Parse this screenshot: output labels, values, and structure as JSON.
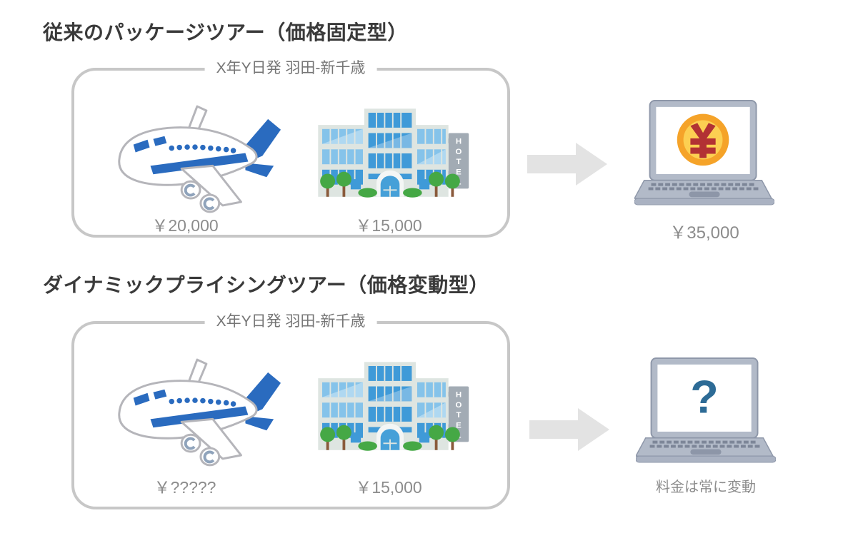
{
  "sections": [
    {
      "title": "従来のパッケージツアー（価格固定型）",
      "box_label": "X年Y日発 羽田-新千歳",
      "items": [
        {
          "name": "flight",
          "icon": "airplane-icon",
          "price": "￥20,000"
        },
        {
          "name": "hotel",
          "icon": "hotel-icon",
          "price": "￥15,000"
        }
      ],
      "result": {
        "screen_icon": "yen-coin-icon",
        "price": "￥35,000",
        "caption": ""
      }
    },
    {
      "title": "ダイナミックプライシングツアー（価格変動型）",
      "box_label": "X年Y日発 羽田-新千歳",
      "items": [
        {
          "name": "flight",
          "icon": "airplane-icon",
          "price": "￥?????"
        },
        {
          "name": "hotel",
          "icon": "hotel-icon",
          "price": "￥15,000"
        }
      ],
      "result": {
        "screen_icon": "question-mark-icon",
        "price": "",
        "caption": "料金は常に変動"
      }
    }
  ],
  "hotel_sign_text": "HOTEL",
  "question_mark": "?",
  "icons": [
    "airplane-icon",
    "hotel-icon",
    "arrow-right-icon",
    "laptop-icon",
    "yen-coin-icon",
    "question-mark-icon"
  ],
  "colors": {
    "title_text": "#3a3a3a",
    "label_text": "#757575",
    "price_text": "#8c8c8c",
    "box_border": "#c7c7c7",
    "arrow_gray": "#e3e3e3",
    "plane_blue": "#2a6bbf",
    "plane_outline": "#b5b5ba",
    "hotel_body": "#dee5e1",
    "hotel_window_light": "#85c3ea",
    "hotel_window_mid": "#3f9ad8",
    "hotel_sign_gray": "#a2abb4",
    "tree_green": "#45a845",
    "trunk_brown": "#8a5a3b",
    "laptop_gray": "#b2bac8",
    "laptop_dark": "#8e97a9",
    "coin_orange": "#f5a329",
    "coin_yellow": "#fccf52",
    "coin_symbol_red": "#b23134",
    "question_blue": "#2d6b96"
  }
}
